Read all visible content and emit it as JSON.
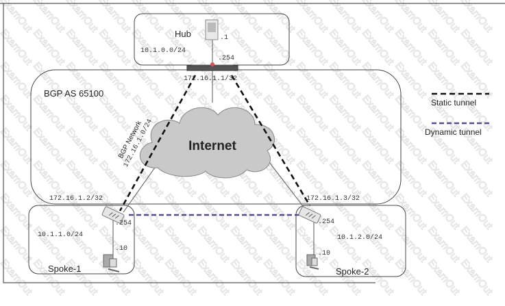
{
  "watermark": "ExamOut",
  "hub": {
    "label": "Hub",
    "subnet": "10.1.0.0/24",
    "server_ip": ".1",
    "fw_ip": ".254",
    "tunnel_ip": "172.16.1.1/32"
  },
  "bgp": {
    "label": "BGP AS 65100",
    "network_label": "BGP Network",
    "network": "172.16.1.0/24"
  },
  "internet": {
    "label": "Internet"
  },
  "spoke1": {
    "label": "Spoke-1",
    "subnet": "10.1.1.0/24",
    "fw_ip": ".254",
    "pc_ip": ".10",
    "tunnel_ip": "172.16.1.2/32"
  },
  "spoke2": {
    "label": "Spoke-2",
    "subnet": "10.1.2.0/24",
    "fw_ip": ".254",
    "pc_ip": ".10",
    "tunnel_ip": "172.16.1.3/32"
  },
  "legend": {
    "static": "Static tunnel",
    "dynamic": "Dynamic tunnel"
  },
  "colors": {
    "static_tunnel": "#111111",
    "dynamic_tunnel": "#5a4a8a",
    "cloud": "#c9c9c9"
  }
}
